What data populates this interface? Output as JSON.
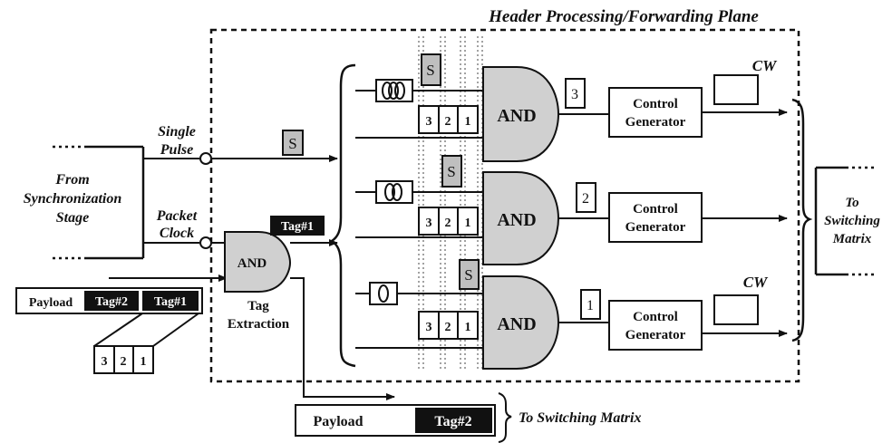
{
  "plane": {
    "title": "Header Processing/Forwarding Plane"
  },
  "inputs": {
    "from_sync": [
      "From",
      "Synchronization",
      "Stage"
    ],
    "single_pulse": [
      "Single",
      "Pulse"
    ],
    "packet_clock": [
      "Packet",
      "Clock"
    ]
  },
  "tag_extraction": {
    "gate_label": "AND",
    "caption": [
      "Tag",
      "Extraction"
    ],
    "tag1_label": "Tag#1",
    "s_label": "S"
  },
  "input_packet": {
    "payload": "Payload",
    "tag2": "Tag#2",
    "tag1": "Tag#1",
    "bits": [
      "3",
      "2",
      "1"
    ]
  },
  "branches": [
    {
      "and_label": "AND",
      "bits": [
        "3",
        "2",
        "1"
      ],
      "s_label": "S",
      "output_bit": "3",
      "generator": [
        "Control",
        "Generator"
      ],
      "cw": "CW"
    },
    {
      "and_label": "AND",
      "bits": [
        "3",
        "2",
        "1"
      ],
      "s_label": "S",
      "output_bit": "2",
      "generator": [
        "Control",
        "Generator"
      ],
      "cw": ""
    },
    {
      "and_label": "AND",
      "bits": [
        "3",
        "2",
        "1"
      ],
      "s_label": "S",
      "output_bit": "1",
      "generator": [
        "Control",
        "Generator"
      ],
      "cw": "CW"
    }
  ],
  "outputs": {
    "to_switching": [
      "To",
      "Switching",
      "Matrix"
    ],
    "bottom_payload": "Payload",
    "bottom_tag": "Tag#2",
    "bottom_caption": "To Switching Matrix"
  }
}
